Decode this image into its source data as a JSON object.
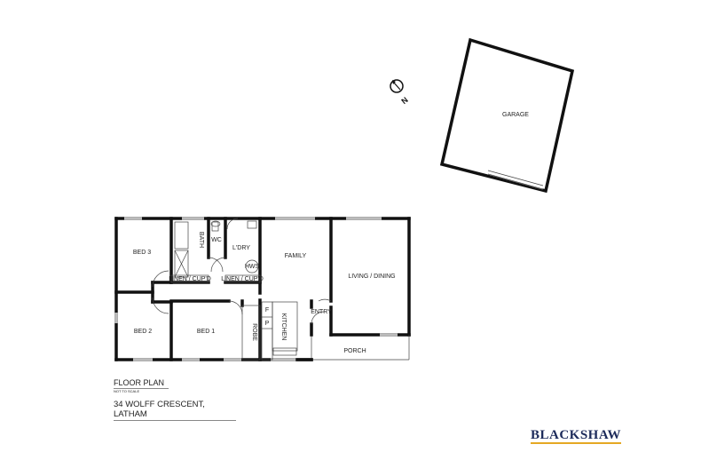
{
  "plan": {
    "title": "FLOOR PLAN",
    "scale_note": "NOT TO SCALE",
    "address": "34 WOLFF CRESCENT, LATHAM",
    "compass_label": "N",
    "rooms": {
      "garage": "GARAGE",
      "bed3": "BED 3",
      "bath": "BATH",
      "wc": "WC",
      "laundry": "L'DRY",
      "hws": "HWS",
      "linen1": "LINEN / CUP'D",
      "linen2": "LINEN / CUP'D",
      "family": "FAMILY",
      "living": "LIVING / DINING",
      "entry": "ENTRY",
      "kitchen": "KITCHEN",
      "fridge": "F",
      "pantry": "P",
      "robe": "ROBE",
      "bed2": "BED 2",
      "bed1": "BED 1",
      "porch": "PORCH"
    }
  },
  "brand": {
    "name": "BLACKSHAW",
    "color": "#1c2a5a",
    "accent": "#e5a823"
  }
}
